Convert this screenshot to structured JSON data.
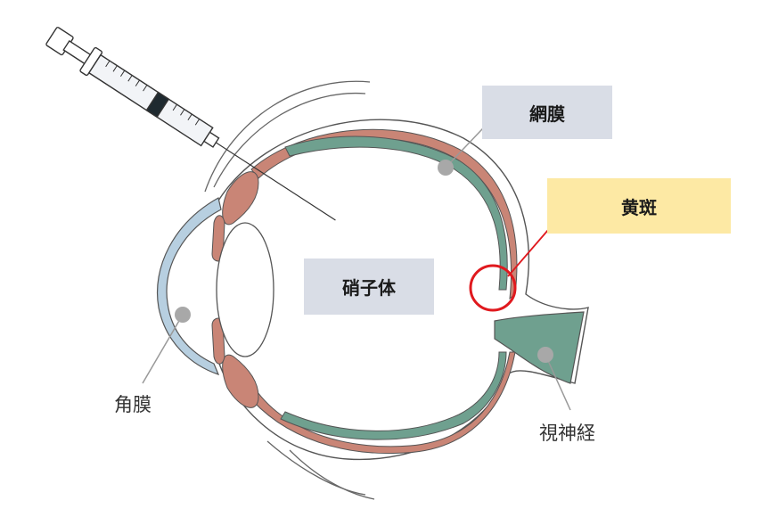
{
  "labels": {
    "retina": "網膜",
    "macula": "黄斑",
    "vitreous": "硝子体",
    "cornea": "角膜",
    "optic_nerve": "視神経"
  },
  "colors": {
    "sclera_outline": "#555555",
    "choroid": "#c98576",
    "retina": "#6fa08f",
    "cornea": "#b7cfe0",
    "macula_box": "#fde9a4",
    "label_box": "#d9dde6",
    "highlight_circle": "#e0191e",
    "pointer_dot": "#a8a8a8"
  },
  "icons": {
    "syringe": "syringe-icon"
  }
}
